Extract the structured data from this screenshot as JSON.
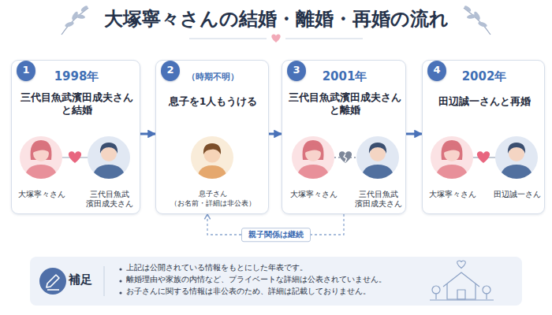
{
  "diagram": {
    "title": "大塚寧々さんの結婚・離婚・再婚の流れ",
    "nodes": [
      {
        "text": [
          "1998年",
          "三代目魚武濱田成夫さん と結婚",
          "大塚寧々さん",
          "三代目魚武 濱田成夫さん"
        ]
      },
      {
        "text": [
          "1"
        ],
        "in": 0
      },
      {
        "text": [
          "（時期不明）",
          "息子を1人もうける",
          "息子さん （お名前・詳細は非公表）"
        ]
      },
      {
        "text": [
          "2"
        ],
        "in": 2
      },
      {
        "text": [
          "2001年",
          "三代目魚武濱田成夫さん と離婚",
          "大塚寧々さん",
          "三代目魚武 濱田成夫さん"
        ]
      },
      {
        "text": [
          "3"
        ],
        "in": 4
      },
      {
        "text": [
          "2002年",
          "田辺誠一さんと再婚",
          "大塚寧々さん",
          "田辺誠一さん"
        ]
      },
      {
        "text": [
          "4"
        ],
        "in": 6
      },
      {
        "text": [
          "補足",
          "上記は公開されている情報をもとにした年表です。",
          "離婚理由や家族の内情など、プライベートな詳細は公表されていません。",
          "お子さんに関する情報は非公表のため、詳細は記載しておりません。"
        ]
      }
    ],
    "edges": [
      {
        "from": 0,
        "to": 2,
        "arrow": "to"
      },
      {
        "from": 2,
        "to": 4,
        "arrow": "to"
      },
      {
        "from": 4,
        "to": 6,
        "arrow": "to"
      },
      {
        "from": 4,
        "to": 2,
        "arrow": "to",
        "label": "親子関係は継続"
      }
    ]
  }
}
